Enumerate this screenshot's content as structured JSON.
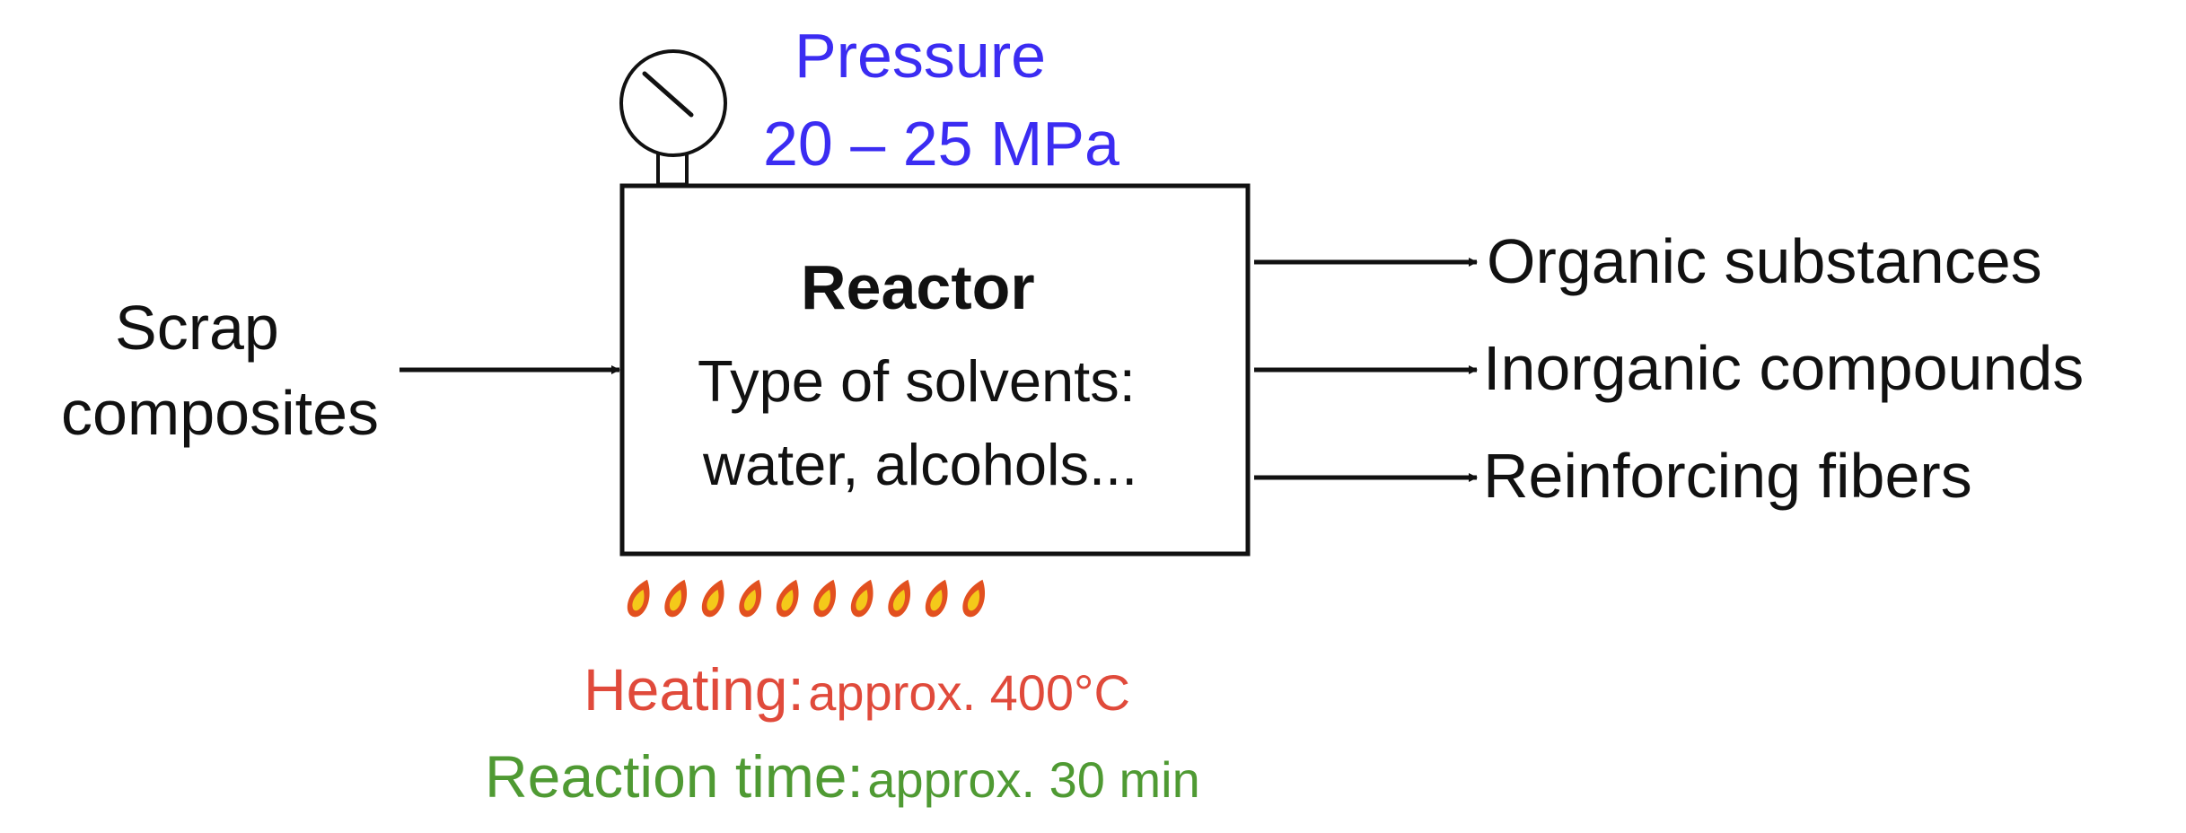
{
  "colors": {
    "pressure": "#3b2cf2",
    "heating": "#e04a3b",
    "reaction_time": "#4f9a33",
    "flame_outer": "#e2501f",
    "flame_inner": "#f4c91a",
    "line": "#111111"
  },
  "icons": {
    "gauge": "pressure-gauge-icon",
    "flame": "flame-icon",
    "arrow": "arrow-right-icon"
  },
  "diagram": {
    "pressure": {
      "title": "Pressure",
      "value": "20 – 25 MPa"
    },
    "input": {
      "line1": "Scrap",
      "line2": "composites"
    },
    "reactor": {
      "title": "Reactor",
      "line1": "Type of solvents:",
      "line2": "water, alcohols..."
    },
    "outputs": [
      "Organic substances",
      "Inorganic compounds",
      "Reinforcing fibers"
    ],
    "heating": {
      "label": "Heating:",
      "value": "approx. 400°C"
    },
    "reaction_time": {
      "label": "Reaction time:",
      "value": "approx. 30 min"
    }
  }
}
